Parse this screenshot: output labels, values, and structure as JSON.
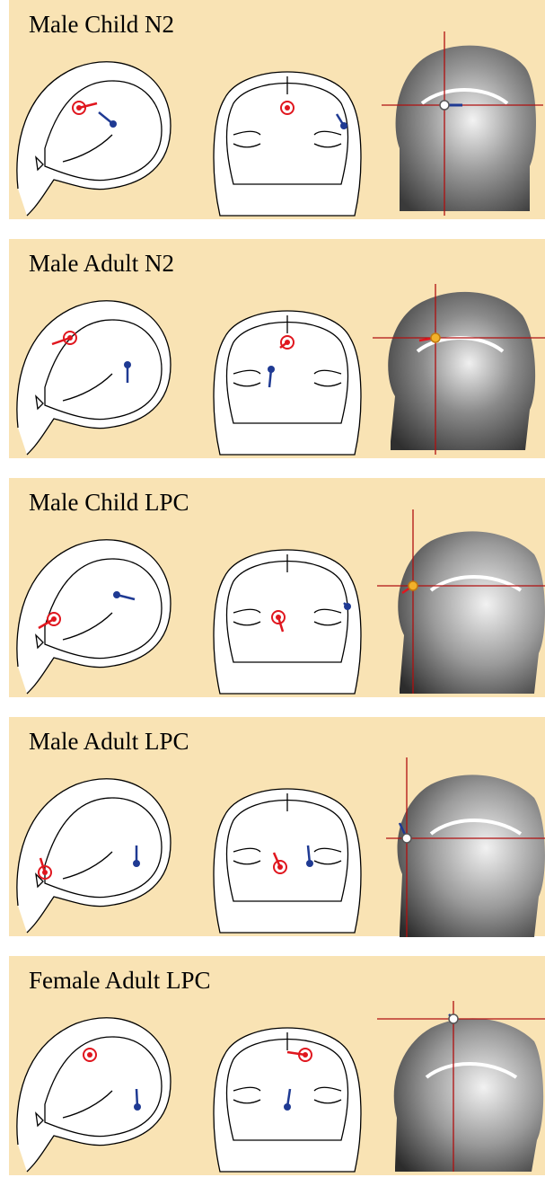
{
  "figure": {
    "background_color": "#f9e3b4",
    "source_colors": {
      "red": "#e0161e",
      "blue": "#1f3a93",
      "crosshair": "#b01010"
    },
    "panels": [
      {
        "title": "Male Child N2",
        "views": [
          "lateral-left",
          "posterior",
          "mri-sagittal"
        ],
        "sources": {
          "red": "front-dipole",
          "blue": "lateral-dipole"
        }
      },
      {
        "title": "Male Adult N2",
        "views": [
          "lateral-left",
          "posterior",
          "mri-sagittal"
        ],
        "sources": {
          "red": "front-dipole",
          "blue": "lateral-dipole"
        }
      },
      {
        "title": "Male Child LPC",
        "views": [
          "lateral-left",
          "posterior",
          "mri-sagittal"
        ],
        "sources": {
          "red": "front-dipole",
          "blue": "lateral-dipole"
        }
      },
      {
        "title": "Male Adult LPC",
        "views": [
          "lateral-left",
          "posterior",
          "mri-sagittal"
        ],
        "sources": {
          "red": "front-dipole",
          "blue": "lateral-dipole"
        }
      },
      {
        "title": "Female Adult LPC",
        "views": [
          "lateral-left",
          "posterior",
          "mri-sagittal"
        ],
        "sources": {
          "red": "front-dipole",
          "blue": "lateral-dipole"
        }
      }
    ]
  }
}
